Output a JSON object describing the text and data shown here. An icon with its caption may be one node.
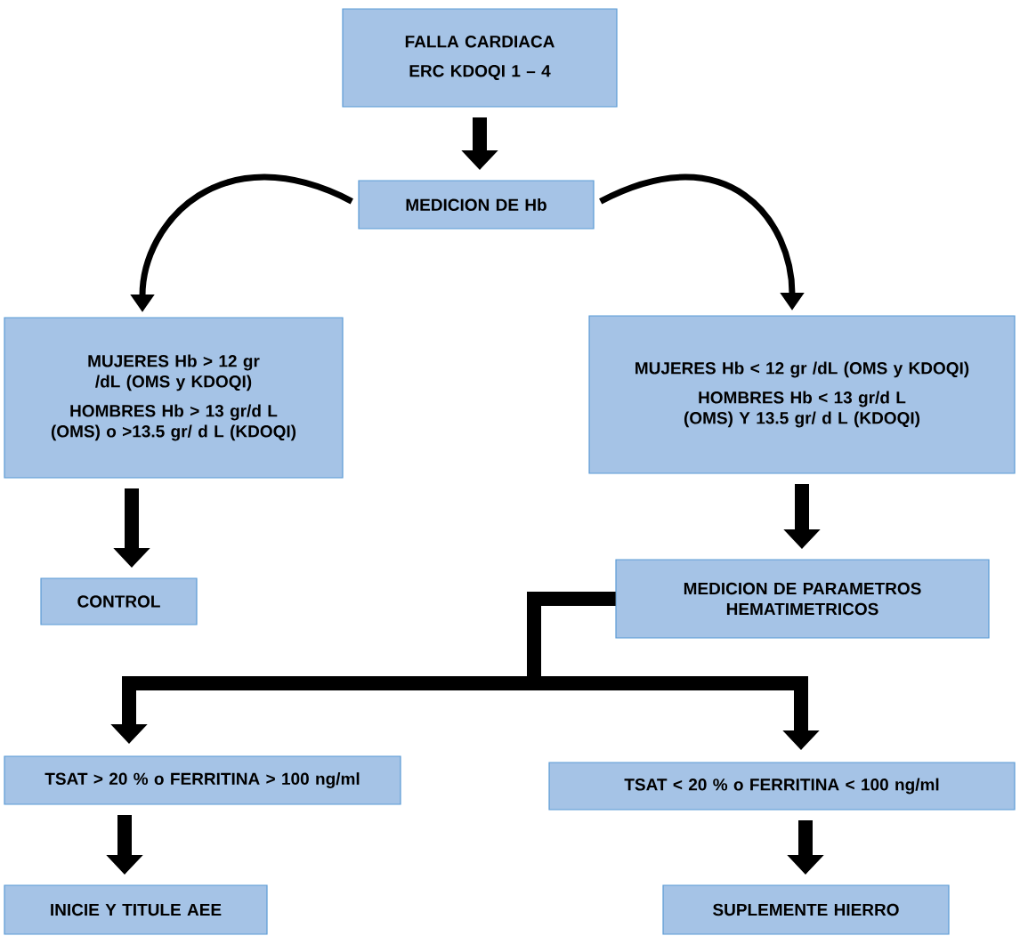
{
  "diagram": {
    "nodes": [
      {
        "text": [
          "FALLA CARDIACA",
          "ERC KDOQI 1 – 4"
        ]
      },
      {
        "text": [
          "MEDICION DE Hb"
        ]
      },
      {
        "text": [
          "MUJERES Hb > 12 gr /dL (OMS y KDOQI)",
          "HOMBRES Hb > 13 gr/d L (OMS) o >13.5 gr/ d L (KDOQI)"
        ]
      },
      {
        "text": [
          "MUJERES Hb < 12 gr /dL (OMS y KDOQI)",
          "HOMBRES Hb < 13 gr/d L (OMS) Y 13.5 gr/ d L (KDOQI)"
        ]
      },
      {
        "text": [
          "CONTROL"
        ]
      },
      {
        "text": [
          "MEDICION DE PARAMETROS HEMATIMETRICOS"
        ]
      },
      {
        "text": [
          "TSAT > 20 % o FERRITINA > 100 ng/ml"
        ]
      },
      {
        "text": [
          "TSAT < 20 % o FERRITINA < 100 ng/ml"
        ]
      },
      {
        "text": [
          "INICIE Y TITULE AEE"
        ]
      },
      {
        "text": [
          "SUPLEMENTE HIERRO"
        ]
      }
    ],
    "edges": [
      {
        "from": 0,
        "to": 1,
        "arrow": "to"
      },
      {
        "from": 1,
        "to": 2,
        "arrow": "to"
      },
      {
        "from": 1,
        "to": 3,
        "arrow": "to"
      },
      {
        "from": 2,
        "to": 4,
        "arrow": "to"
      },
      {
        "from": 3,
        "to": 5,
        "arrow": "to"
      },
      {
        "from": 5,
        "to": 6,
        "arrow": "to"
      },
      {
        "from": 5,
        "to": 7,
        "arrow": "to"
      },
      {
        "from": 6,
        "to": 8,
        "arrow": "to"
      },
      {
        "from": 7,
        "to": 9,
        "arrow": "to"
      }
    ]
  }
}
